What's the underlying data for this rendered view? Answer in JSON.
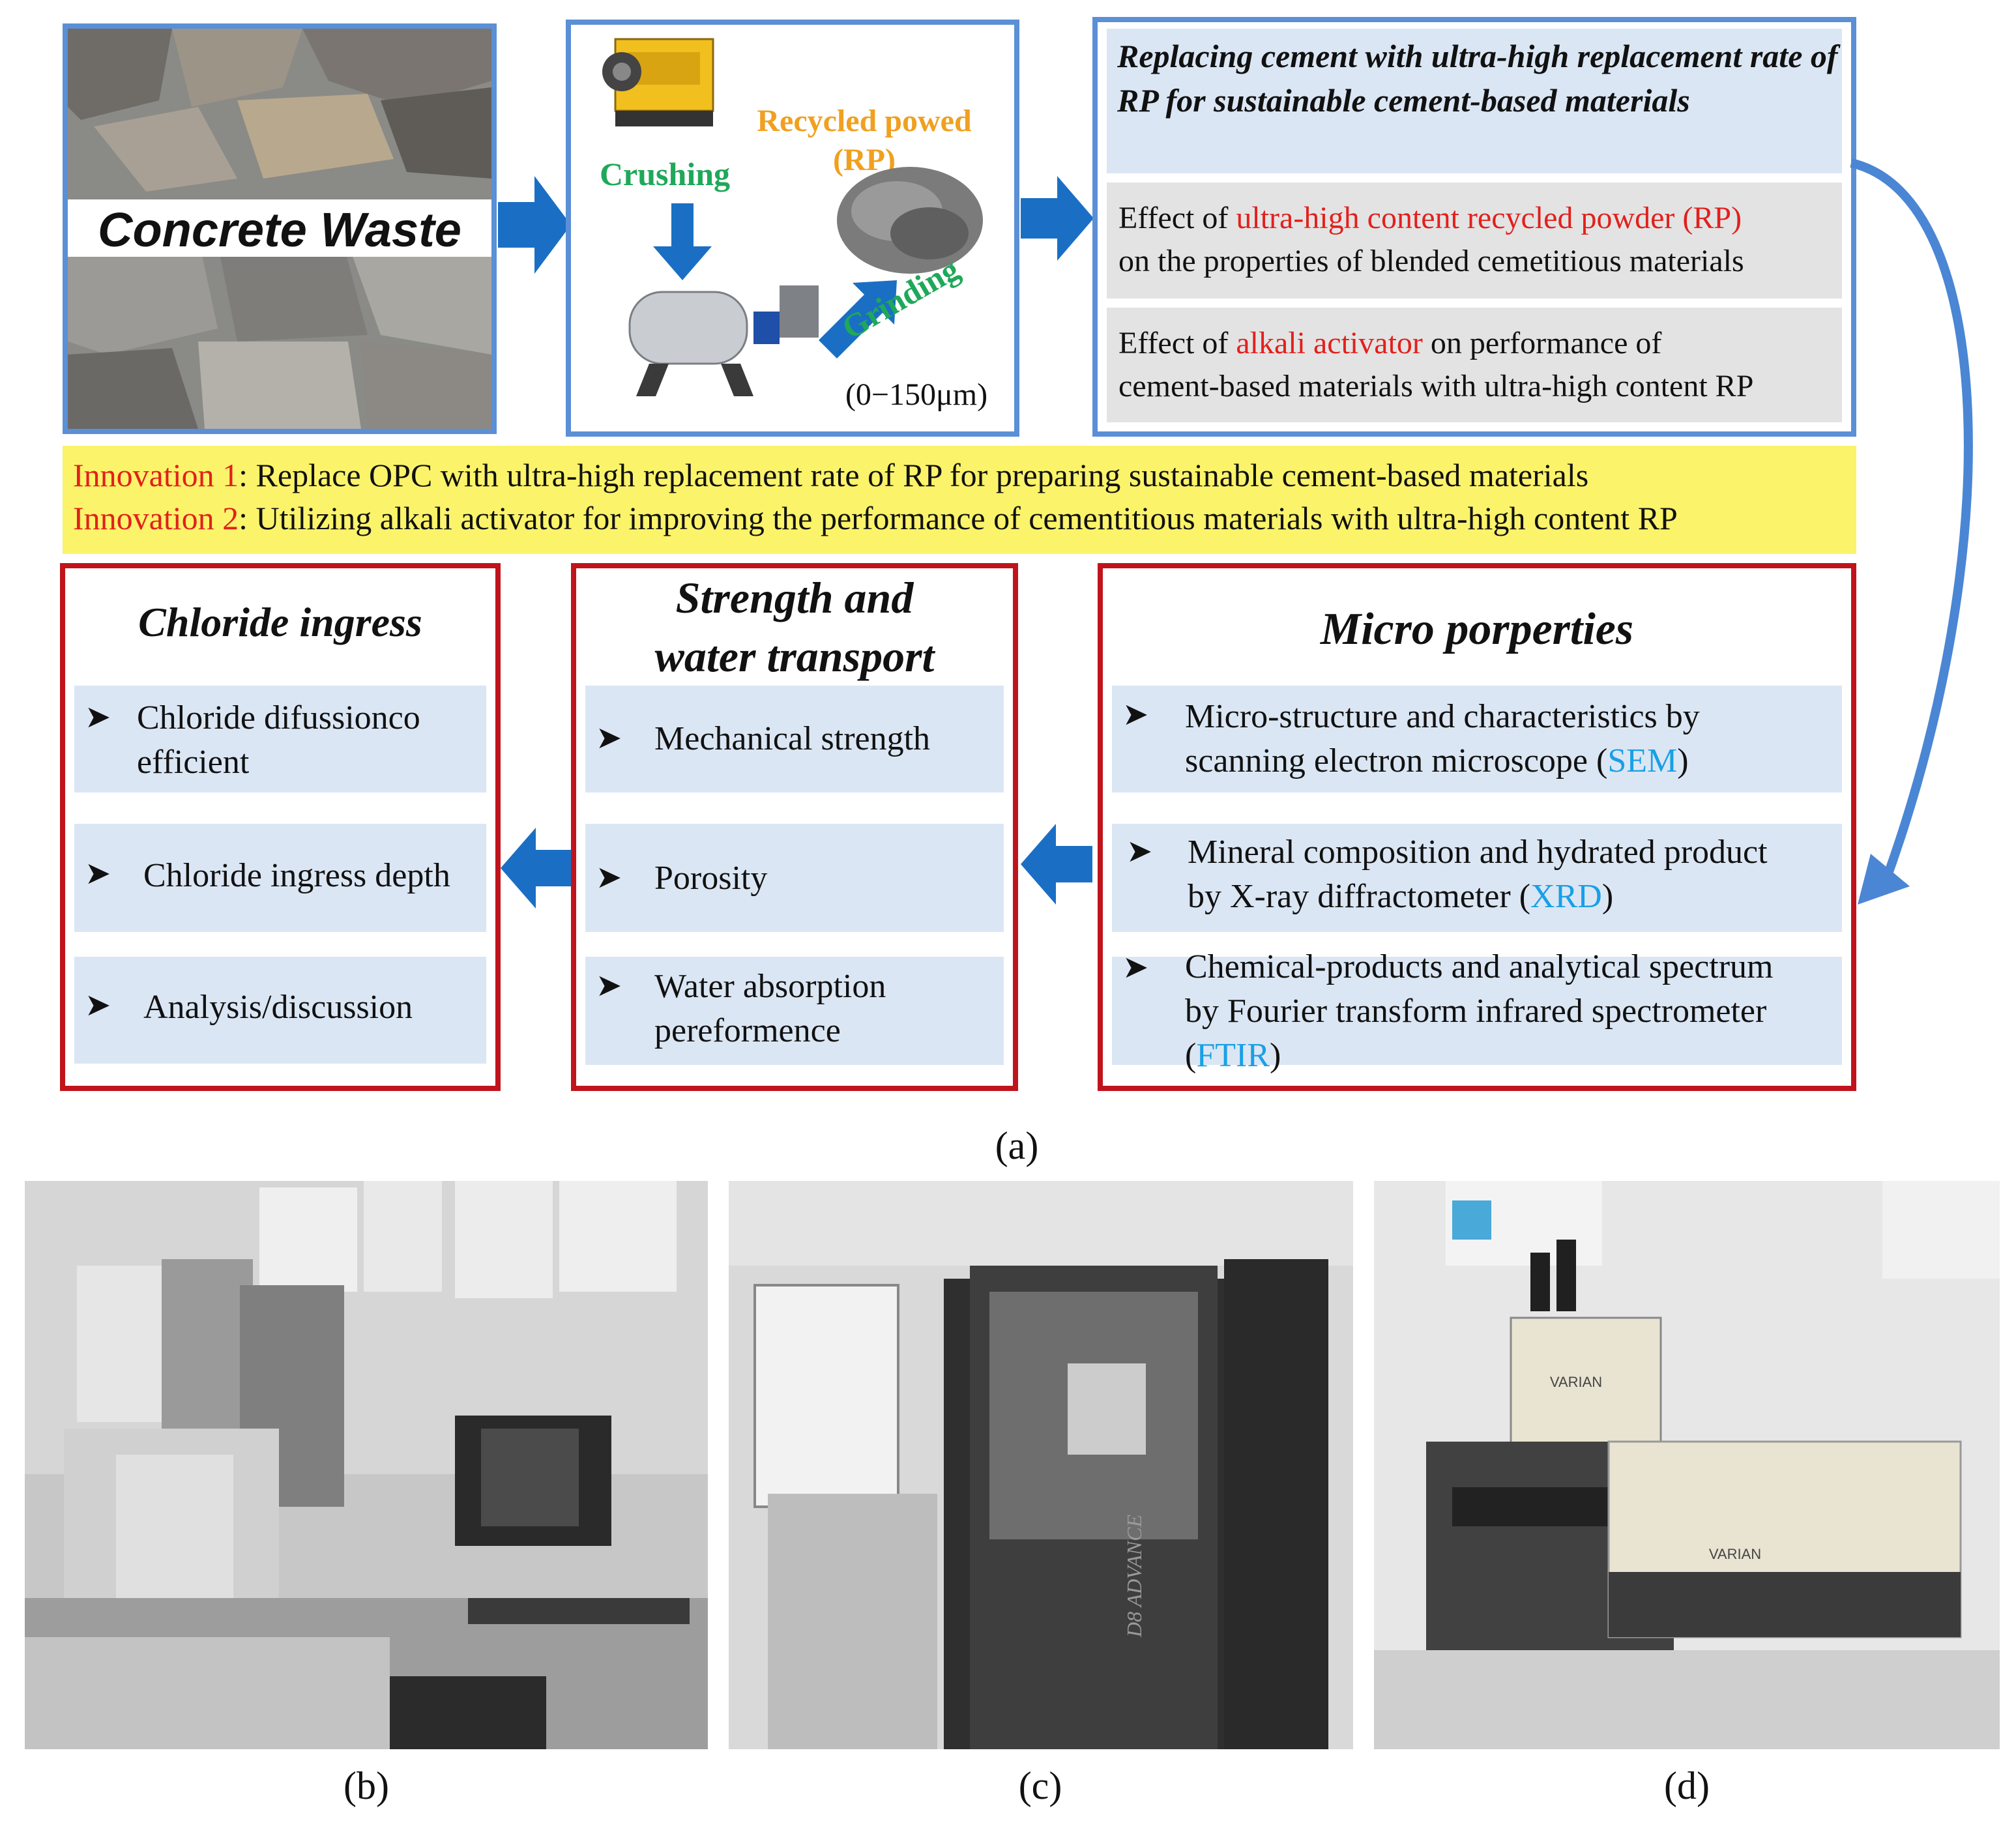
{
  "flow": {
    "concrete_label": "Concrete Waste",
    "crushing_label": "Crushing",
    "recycled_label_line1": "Recycled powed",
    "recycled_label_line2": "(RP)",
    "grinding_label": "Grinding",
    "size_label": "(0−150μm)",
    "replacing_title": "Replacing cement with ultra-high replacement rate of RP for sustainable cement-based materials",
    "effect1_pre": "Effect of ",
    "effect1_highlight": "ultra-high content recycled powder (RP)",
    "effect1_post": "on the properties of blended cemetitious  materials",
    "effect2_pre": "Effect of ",
    "effect2_highlight": "alkali activator",
    "effect2_post_line1": " on performance of",
    "effect2_post_line2": "cement-based materials with ultra-high content RP"
  },
  "innovation": {
    "label1": "Innovation 1",
    "text1": ": Replace OPC with ultra-high replacement rate of RP for preparing sustainable cement-based materials",
    "label2": "Innovation 2",
    "text2": ": Utilizing alkali activator for improving the performance of cementitious materials with ultra-high content RP"
  },
  "chloride": {
    "title": "Chloride ingress",
    "item1_line1": "Chloride difussionco",
    "item1_line2": "efficient",
    "item2": "Chloride ingress depth",
    "item3": "Analysis/discussion"
  },
  "strength": {
    "title_line1": "Strength and",
    "title_line2": "water transport",
    "item1": "Mechanical strength",
    "item2": "Porosity",
    "item3_line1": "Water absorption",
    "item3_line2": "pereformence"
  },
  "micro": {
    "title": "Micro  porperties",
    "item1_line1": "Micro-structure  and characteristics by",
    "item1_line2_pre": "scanning electron microscope (",
    "item1_abbr": "SEM",
    "item1_close": ")",
    "item2_line1": "Mineral composition and hydrated product",
    "item2_line2_pre": "by X-ray diffractometer (",
    "item2_abbr": "XRD",
    "item2_close": ")",
    "item3_line1": "Chemical-products and analytical spectrum",
    "item3_line2": "by Fourier transform infrared spectrometer",
    "item3_open": "(",
    "item3_abbr": "FTIR",
    "item3_close": ")"
  },
  "captions": {
    "a": "(a)",
    "b": "(b)",
    "c": "(c)",
    "d": "(d)"
  },
  "photo_text": {
    "brand1": "VARIAN",
    "brand2": "VARIAN",
    "xrd_model": "D8 ADVANCE"
  },
  "colors": {
    "box_blue": "#5b8fd6",
    "arrow_blue": "#1a6fc4",
    "box_red": "#c0141c",
    "band": "#dbe6f4",
    "innovation_bg": "#fbf36a",
    "highlight_red": "#e2201c",
    "highlight_cyan": "#18a0e6",
    "green_label": "#1fa85a",
    "orange_label": "#f0a020"
  }
}
